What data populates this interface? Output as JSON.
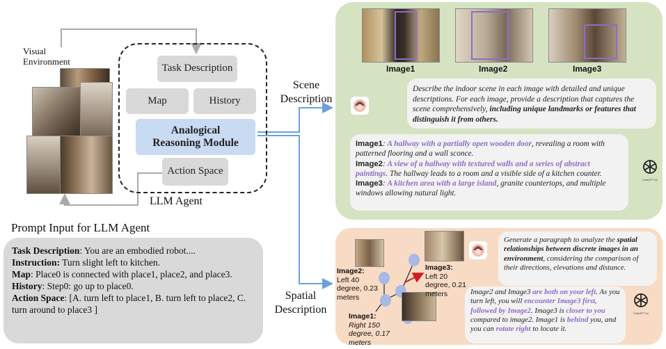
{
  "visual_environment": "Visual Environment",
  "agent": {
    "task_description": "Task Description",
    "map": "Map",
    "history": "History",
    "module": "Analogical Reasoning Module",
    "action_space": "Action Space",
    "label": "LLM Agent"
  },
  "prompt": {
    "title": "Prompt Input for LLM Agent",
    "lines": [
      {
        "key": "Task Description",
        "text": ": You are an embodied robot...."
      },
      {
        "key": "Instruction:",
        "text": " Turn slight left to kitchen."
      },
      {
        "key": "Map",
        "text": ": Place0 is connected with place1, place2, and place3."
      },
      {
        "key": "History",
        "text": ": Step0: go up to place0."
      },
      {
        "key": "Action Space",
        "text": ": [A. turn left to place1, B. turn left to place2, C. turn around to place3 ]"
      }
    ]
  },
  "scene": {
    "label": "Scene Description",
    "image_labels": [
      "Image1",
      "Image2",
      "Image3"
    ],
    "prompt_text_1": "Describe the indoor scene in each image with detailed and unique descriptions. For each image, provide a description that captures the scene comprehensively, ",
    "prompt_text_bold": "including unique landmarks or features that distinguish it from others.",
    "response": [
      {
        "key": "Image1",
        "hl": "A hallway with a partially open wooden door",
        "rest": ", revealing a room with patterned flooring and a wall sconce."
      },
      {
        "key": "Image2",
        "hl": "A view of a hallway with textured walls and a series of abstract paintings",
        "rest": ". The hallway leads to a room and a visible side of a kitchen counter."
      },
      {
        "key": "Image3",
        "hl": "A kitchen area with a large island",
        "rest": ", granite countertops, and multiple windows allowing natural light."
      }
    ],
    "bot_label": "ChatGPT-4o"
  },
  "spatial": {
    "label": "Spatial Description",
    "image2": {
      "name": "Image2:",
      "desc": "Left 40 degree, 0.23 meters"
    },
    "image3": {
      "name": "Image3:",
      "desc": "Left 20 degree, 0.21 meters"
    },
    "image1": {
      "name": "Image1:",
      "desc": "Right 150 degree, 0.17 meters"
    },
    "prompt_a": "Generate a paragraph to analyze the ",
    "prompt_bold": "spatial relationships between discrete images in an environment",
    "prompt_b": ", considering the comparison of their directions, elevations and distance.",
    "resp": {
      "t1": "Image2 and Image3 ",
      "h1": "are both on your left",
      "t2": ". As you turn left, you will ",
      "h2": "encounter Image3 first, followed by Image2",
      "t3": ". Image3 is ",
      "h3": "closer to you",
      "t4": " compared to image2. Image1 is ",
      "h4": "behind",
      "t5": " you, and you can ",
      "h5": "rotate right",
      "t6": " to locate it."
    },
    "bot_label": "ChatGPT-4o"
  }
}
